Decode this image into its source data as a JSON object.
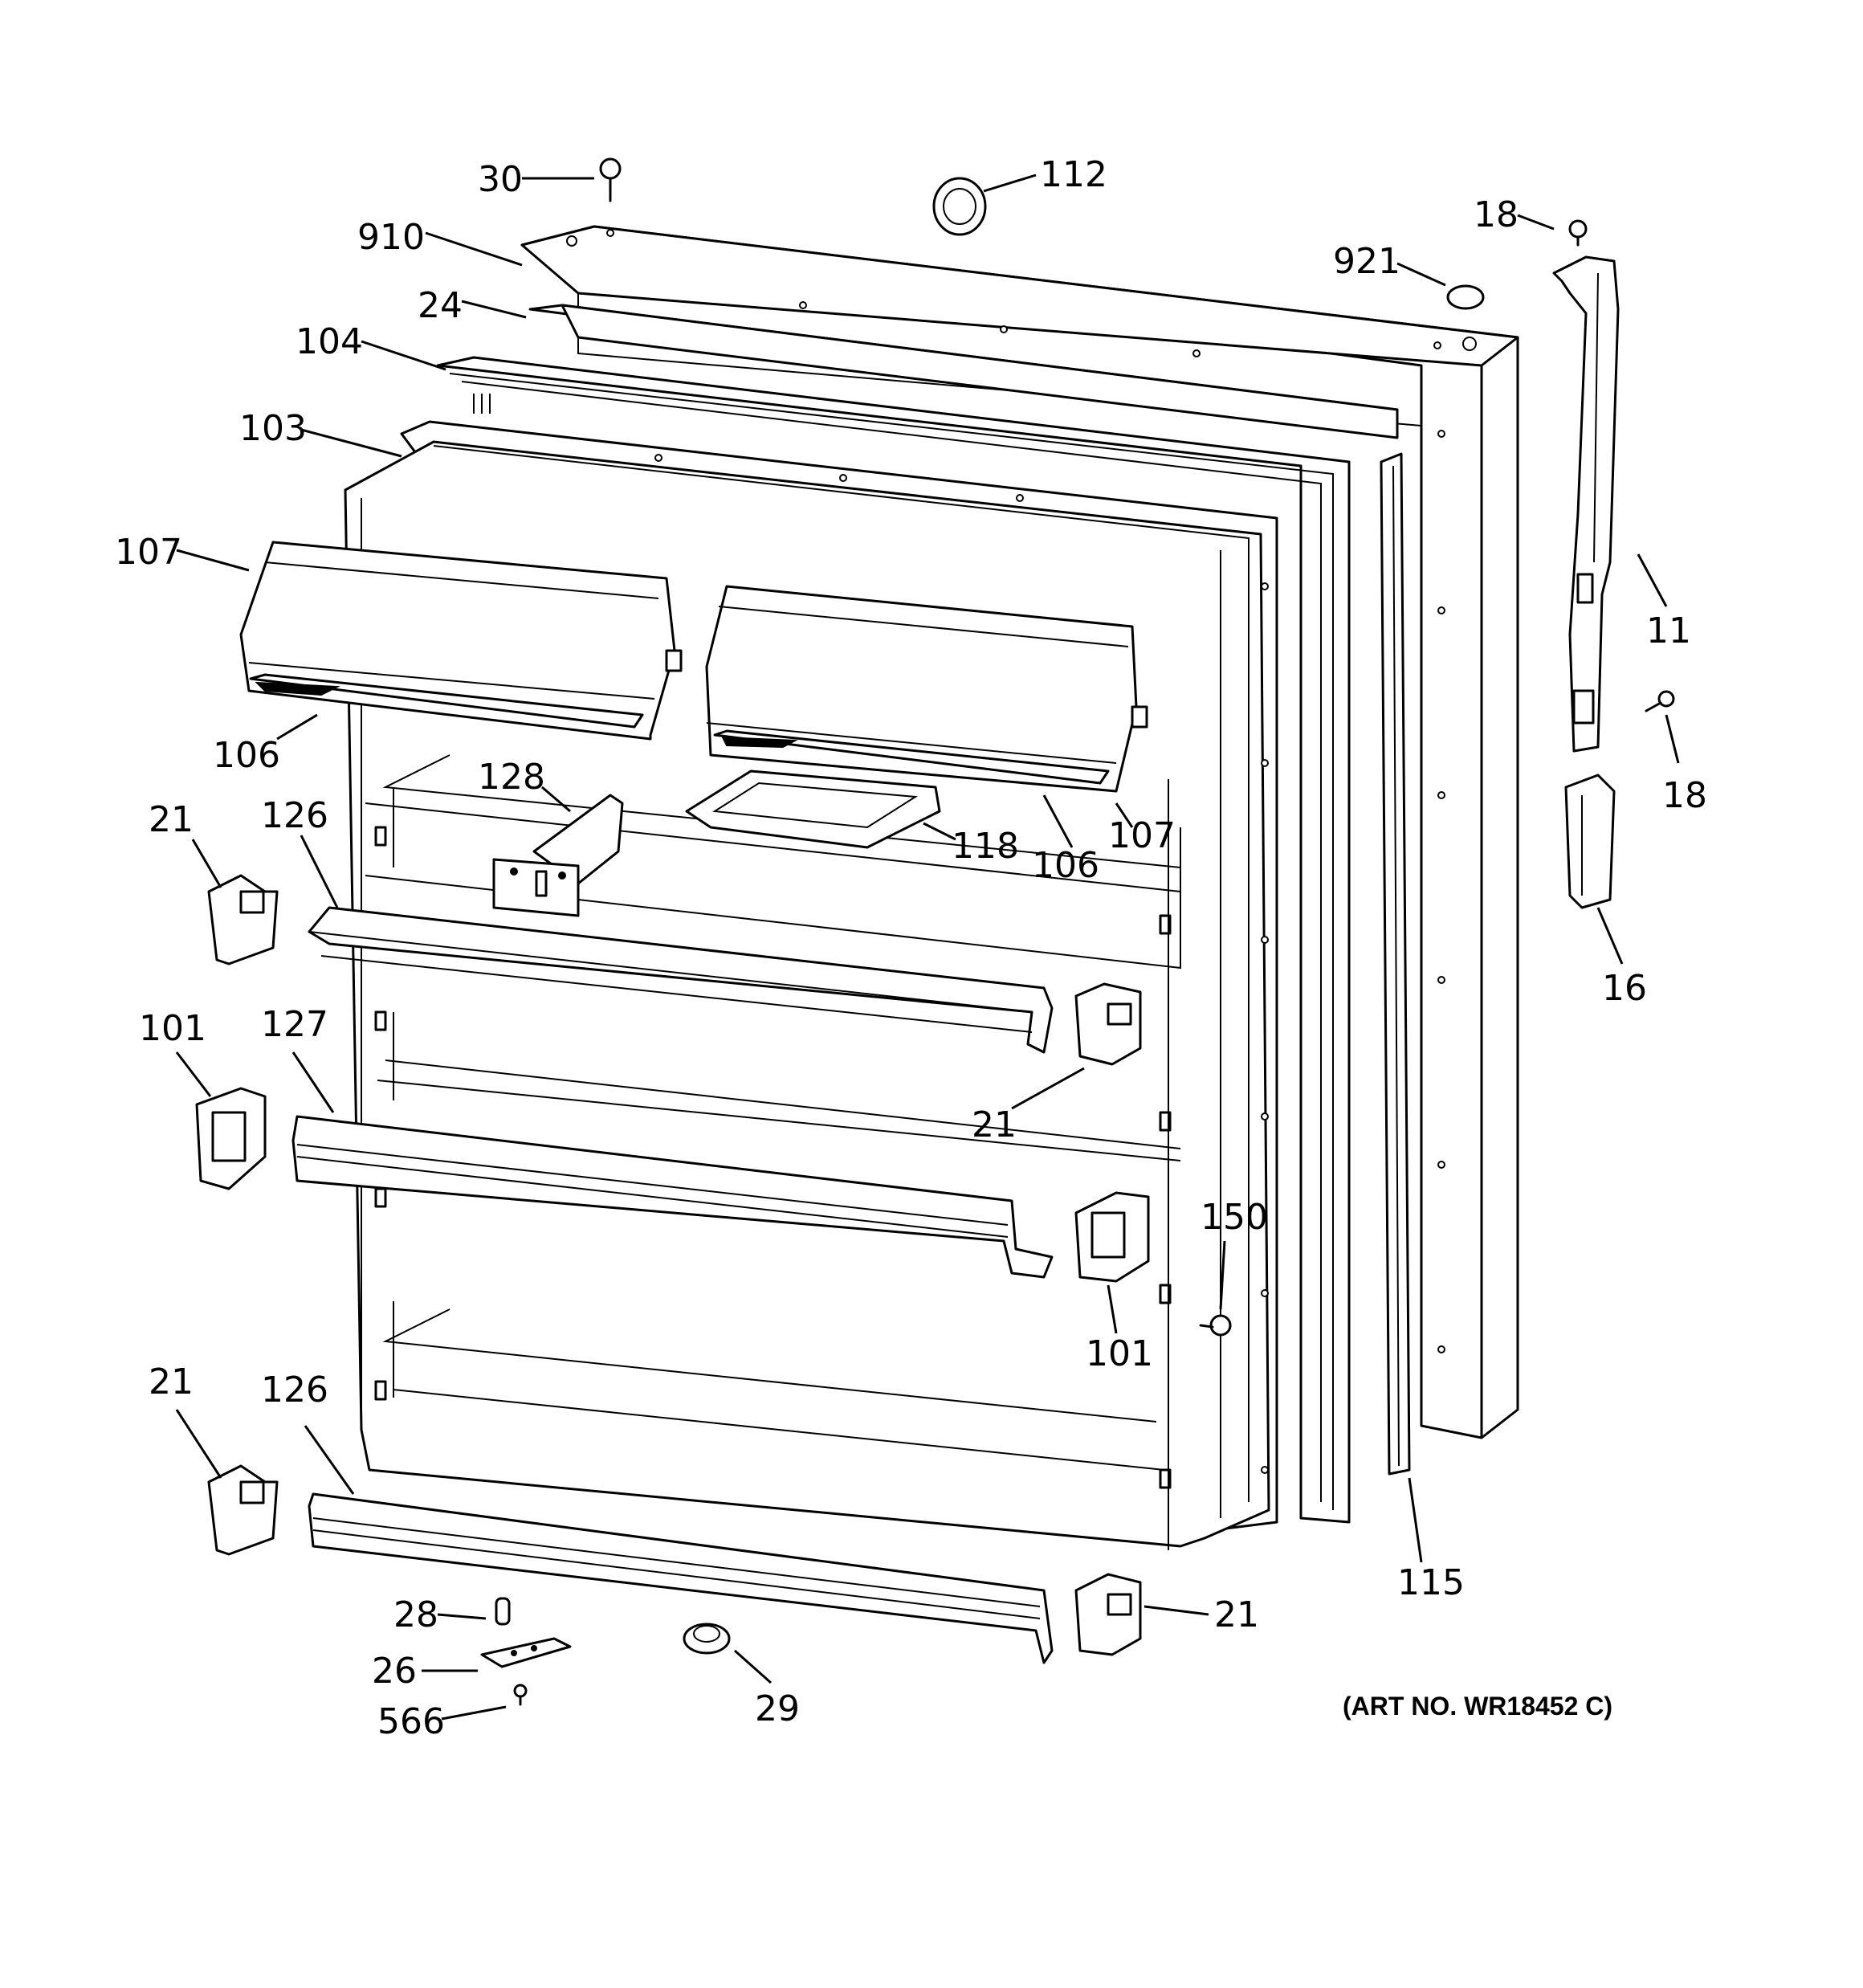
{
  "diagram": {
    "callouts": [
      {
        "id": "c30",
        "text": "30"
      },
      {
        "id": "c112",
        "text": "112"
      },
      {
        "id": "c18a",
        "text": "18"
      },
      {
        "id": "c910",
        "text": "910"
      },
      {
        "id": "c921",
        "text": "921"
      },
      {
        "id": "c24",
        "text": "24"
      },
      {
        "id": "c104",
        "text": "104"
      },
      {
        "id": "c103",
        "text": "103"
      },
      {
        "id": "c107a",
        "text": "107"
      },
      {
        "id": "c11",
        "text": "11"
      },
      {
        "id": "c106a",
        "text": "106"
      },
      {
        "id": "c18b",
        "text": "18"
      },
      {
        "id": "c128",
        "text": "128"
      },
      {
        "id": "c21a",
        "text": "21"
      },
      {
        "id": "c126a",
        "text": "126"
      },
      {
        "id": "c118",
        "text": "118"
      },
      {
        "id": "c107b",
        "text": "107"
      },
      {
        "id": "c106b",
        "text": "106"
      },
      {
        "id": "c16",
        "text": "16"
      },
      {
        "id": "c101a",
        "text": "101"
      },
      {
        "id": "c127",
        "text": "127"
      },
      {
        "id": "c21b",
        "text": "21"
      },
      {
        "id": "c150",
        "text": "150"
      },
      {
        "id": "c101b",
        "text": "101"
      },
      {
        "id": "c21c",
        "text": "21"
      },
      {
        "id": "c126b",
        "text": "126"
      },
      {
        "id": "c115",
        "text": "115"
      },
      {
        "id": "c28",
        "text": "28"
      },
      {
        "id": "c21d",
        "text": "21"
      },
      {
        "id": "c26",
        "text": "26"
      },
      {
        "id": "c29",
        "text": "29"
      },
      {
        "id": "c566",
        "text": "566"
      }
    ],
    "art_number": "(ART NO. WR18452 C)"
  }
}
